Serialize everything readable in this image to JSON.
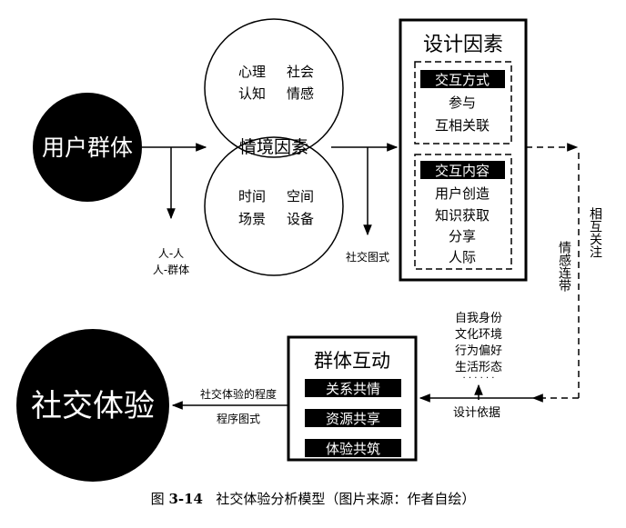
{
  "user_group": "用户群体",
  "social_experience": "社交体验",
  "context": {
    "center": "情境因素",
    "top_row1": [
      "心理",
      "社会"
    ],
    "top_row2": [
      "认知",
      "情感"
    ],
    "bottom_row1": [
      "时间",
      "空间"
    ],
    "bottom_row2": [
      "场景",
      "设备"
    ]
  },
  "relations": [
    "人-人",
    "人-群体"
  ],
  "social_schema": "社交图式",
  "design_factors": {
    "title": "设计因素",
    "mode_header": "交互方式",
    "mode_items": [
      "参与",
      "互相关联"
    ],
    "content_header": "交互内容",
    "content_items": [
      "用户创造",
      "知识获取",
      "分享",
      "人际"
    ]
  },
  "mutual_attention": "相互关注",
  "emotional_bond": "情感连带",
  "basis_items": [
    "自我身份",
    "文化环境",
    "行为偏好",
    "生活形态"
  ],
  "basis_dots": "· · · · · ·",
  "design_basis": "设计依据",
  "group_interaction": {
    "title": "群体互动",
    "items": [
      "关系共情",
      "资源共享",
      "体验共筑"
    ]
  },
  "degree_label": "社交体验的程度",
  "procedure_schema": "程序图式",
  "caption": {
    "prefix": "图",
    "number": "3-14",
    "text": "社交体验分析模型（图片来源：作者自绘）"
  }
}
